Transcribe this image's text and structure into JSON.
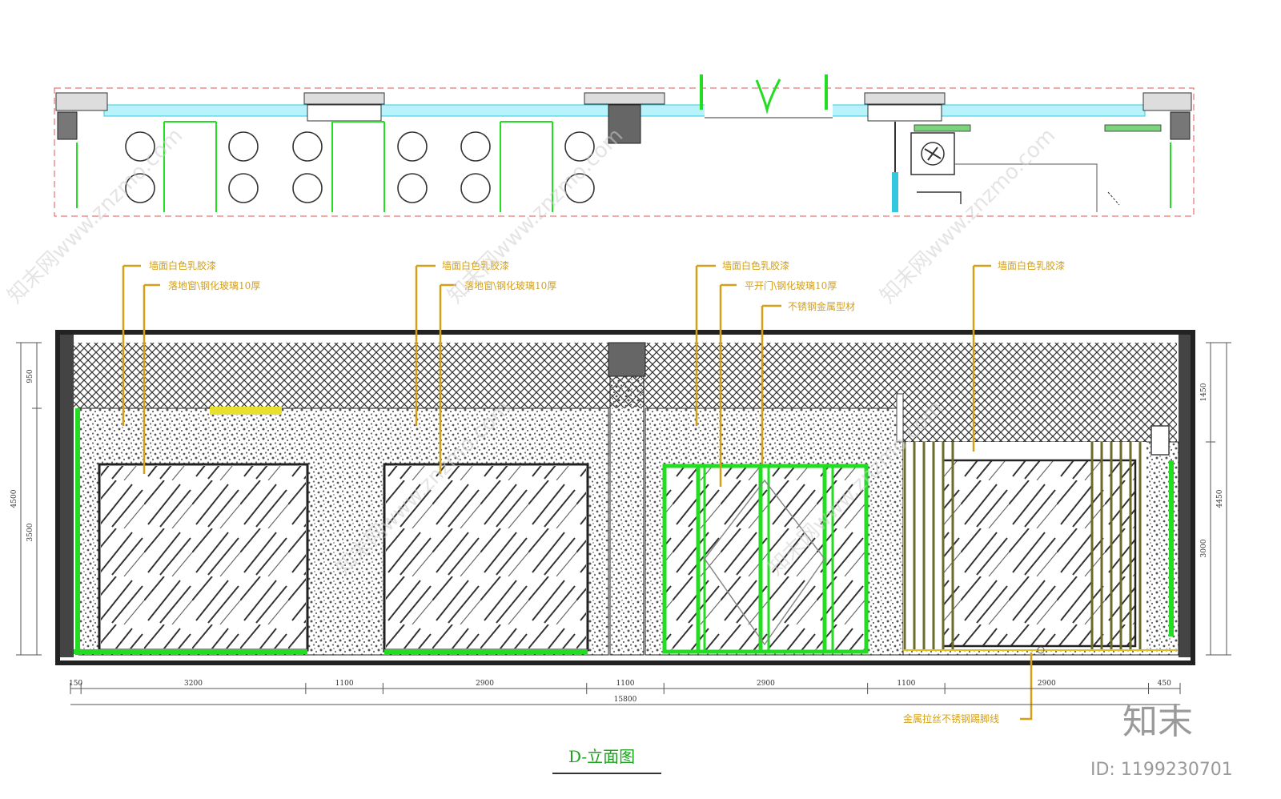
{
  "drawing_title": "D-立面图",
  "callouts": {
    "wall_paint_1": "墙面白色乳胶漆",
    "window_1": "落地窗\\钢化玻璃10厚",
    "wall_paint_2": "墙面白色乳胶漆",
    "window_2": "落地窗\\钢化玻璃10厚",
    "wall_paint_3": "墙面白色乳胶漆",
    "door": "平开门\\钢化玻璃10厚",
    "steel_profile": "不锈钢金属型材",
    "wall_paint_4": "墙面白色乳胶漆",
    "skirting": "金属拉丝不锈钢踢脚线"
  },
  "dims_bottom": [
    "150",
    "3200",
    "1100",
    "2900",
    "1100",
    "2900",
    "1100",
    "2900",
    "450"
  ],
  "dim_total": "15800",
  "dims_left": {
    "top": "950",
    "mid": "3500",
    "total": "4500"
  },
  "dims_right": {
    "top": "1450",
    "mid": "3000",
    "total": "4450"
  },
  "brand": "知末",
  "image_id": "ID: 1199230701",
  "watermark": "知末网www.znzmo.com",
  "colors": {
    "callout": "#d4a017",
    "glass_frame": "#22dd22",
    "plan_glass": "#33c8e0",
    "title": "#1aa31a"
  }
}
